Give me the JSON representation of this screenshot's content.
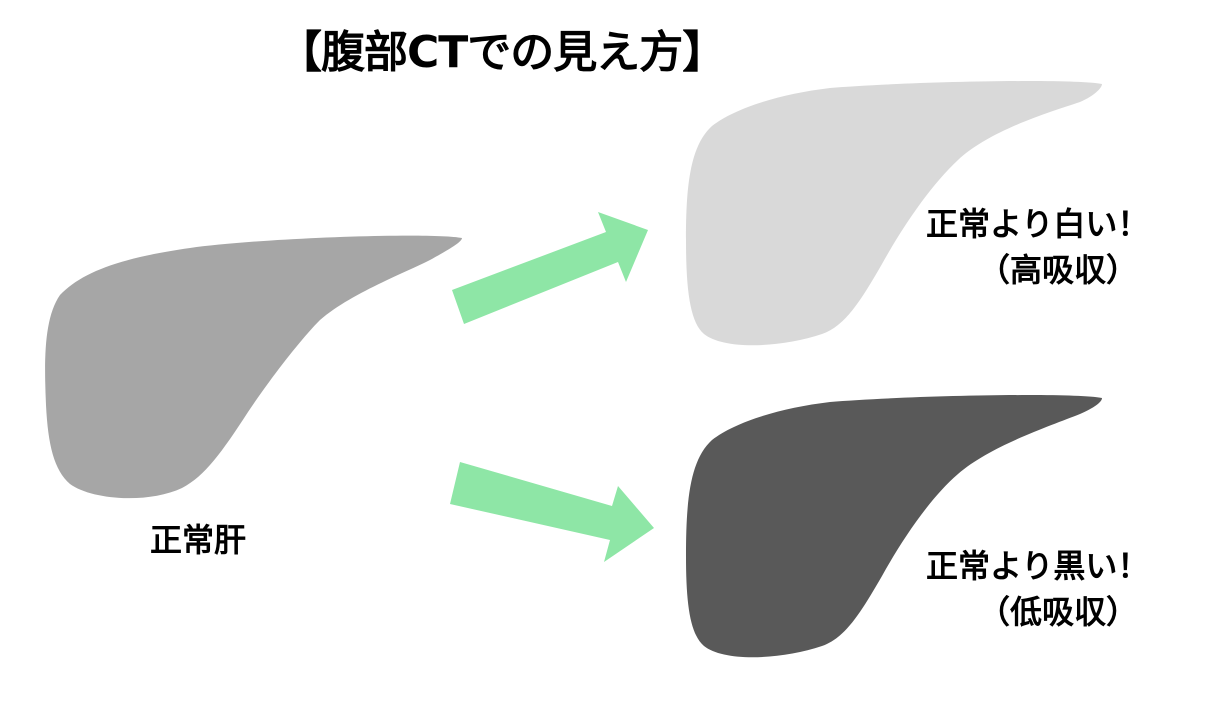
{
  "title": "【腹部CTでの見え方】",
  "labels": {
    "normal": "正常肝",
    "high_line1": "正常より白い！",
    "high_line2": "（高吸収）",
    "low_line1": "正常より黒い！",
    "low_line2": "（低吸収）"
  },
  "colors": {
    "normal_liver": "#a6a6a6",
    "high_liver": "#d9d9d9",
    "low_liver": "#595959",
    "arrow": "#8ee6a6"
  }
}
